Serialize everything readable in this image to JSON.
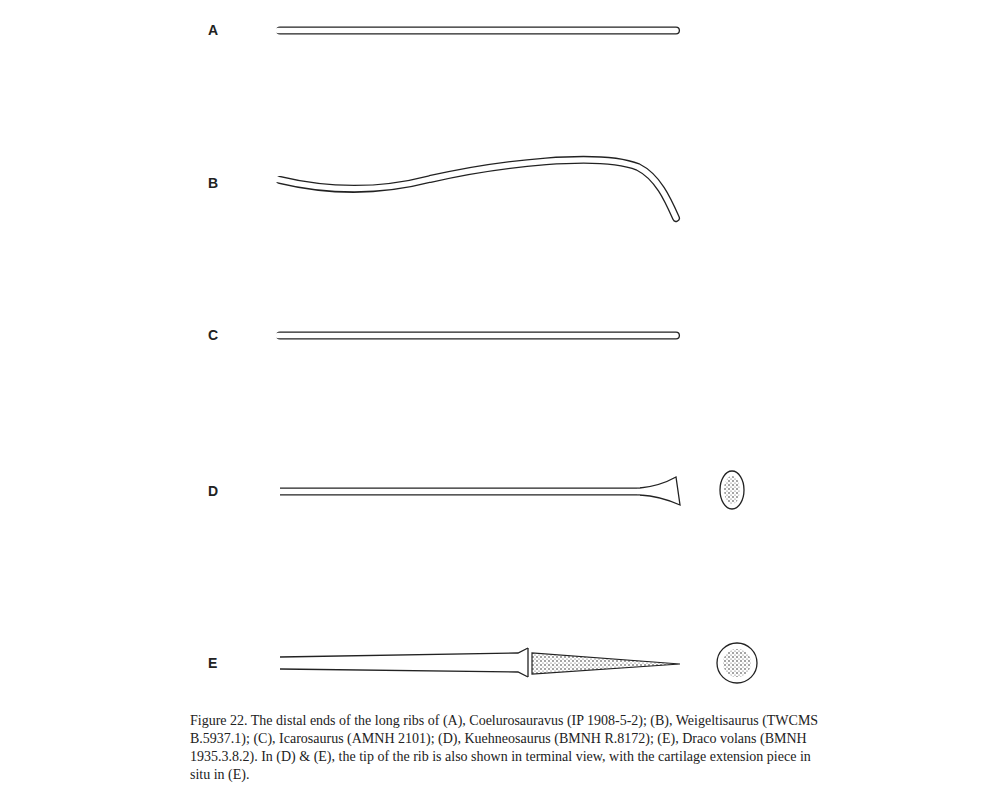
{
  "diagram": {
    "caption": "Figure 22. The distal ends of the long ribs of (A), Coelurosauravus (IP 1908-5-2); (B), Weigeltisaurus (TWCMS B.5937.1); (C), Icarosaurus (AMNH 2101); (D), Kuehneosaurus (BMNH R.8172); (E), Draco volans (BMNH 1935.3.8.2). In (D) & (E), the tip of the rib is also shown in terminal view, with the cartilage extension piece in situ in (E).",
    "labels": [
      "A",
      "B",
      "C",
      "D",
      "E"
    ]
  }
}
